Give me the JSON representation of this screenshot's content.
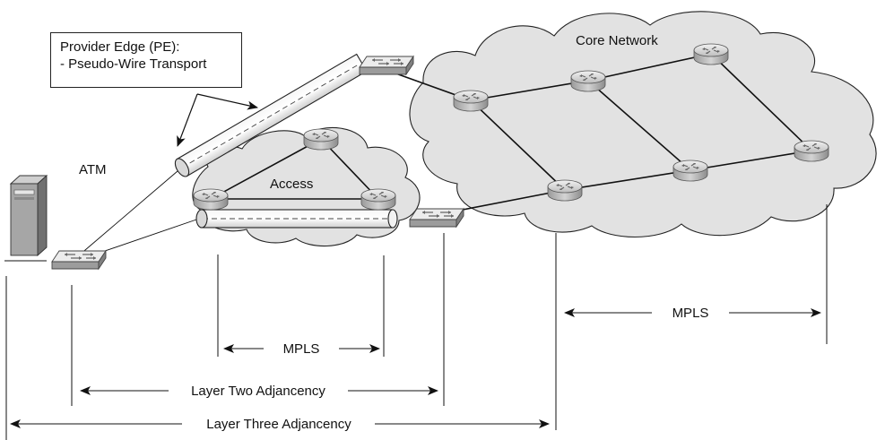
{
  "callout": {
    "line1": "Provider Edge (PE):",
    "line2": "- Pseudo-Wire Transport"
  },
  "labels": {
    "core": "Core Network",
    "access": "Access",
    "atm": "ATM"
  },
  "dimensions": {
    "core_mpls": "MPLS",
    "access_mpls": "MPLS",
    "layer_two": "Layer Two Adjancency",
    "layer_three": "Layer Three Adjancency"
  },
  "colors": {
    "cloud_fill": "#e2e2e2",
    "device_fill": "#b8b8b8",
    "line": "#111111"
  },
  "icons": {
    "router": "router-icon",
    "switch": "switch-icon",
    "server": "server-icon"
  }
}
